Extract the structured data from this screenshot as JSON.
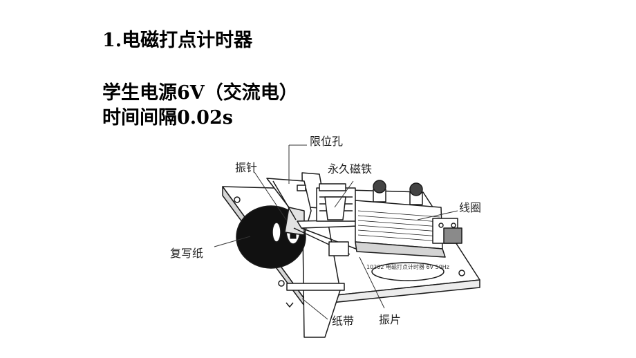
{
  "title": "1.电磁打点计时器",
  "lines": [
    "学生电源6V（交流电）",
    "时间间隔0.02s"
  ],
  "diagram": {
    "labels": {
      "limit_hole": "限位孔",
      "vibrating_needle": "振针",
      "permanent_magnet": "永久磁铁",
      "coil": "线圈",
      "carbon_paper": "复写纸",
      "paper_tape": "纸带",
      "vibrating_plate": "振片"
    },
    "nameplate_text": "10202 电磁打点计时器 6V 50Hz"
  }
}
